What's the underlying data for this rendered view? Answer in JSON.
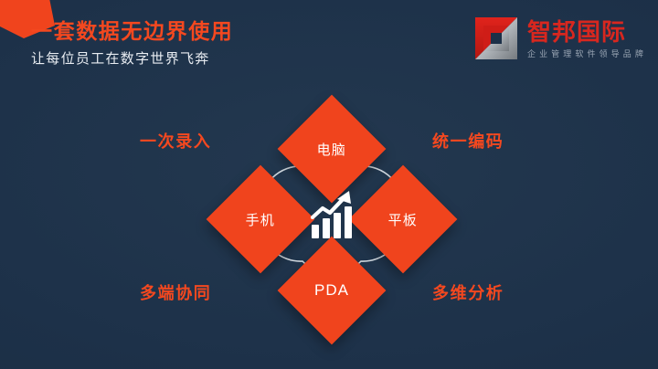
{
  "slide": {
    "background_color": "#1c3048",
    "accent_color": "#f4481f",
    "brand_red": "#d8271f"
  },
  "header": {
    "headline": "一套数据无边界使用",
    "subhead": "让每位员工在数字世界飞奔"
  },
  "brand": {
    "name": "智邦国际",
    "tagline": "企业管理软件领导品牌",
    "mark_icon": "square-frame-logo-icon"
  },
  "diagram": {
    "center_icon": "bar-chart-growth-icon",
    "nodes": [
      {
        "id": "top",
        "label": "电脑",
        "icon": "diamond-node-icon"
      },
      {
        "id": "left",
        "label": "手机",
        "icon": "diamond-node-icon"
      },
      {
        "id": "right",
        "label": "平板",
        "icon": "diamond-node-icon"
      },
      {
        "id": "bottom",
        "label": "PDA",
        "icon": "diamond-node-icon"
      }
    ],
    "captions": [
      {
        "id": "top-left",
        "label": "一次录入"
      },
      {
        "id": "top-right",
        "label": "统一编码"
      },
      {
        "id": "bottom-left",
        "label": "多端协同"
      },
      {
        "id": "bottom-right",
        "label": "多维分析"
      }
    ]
  }
}
